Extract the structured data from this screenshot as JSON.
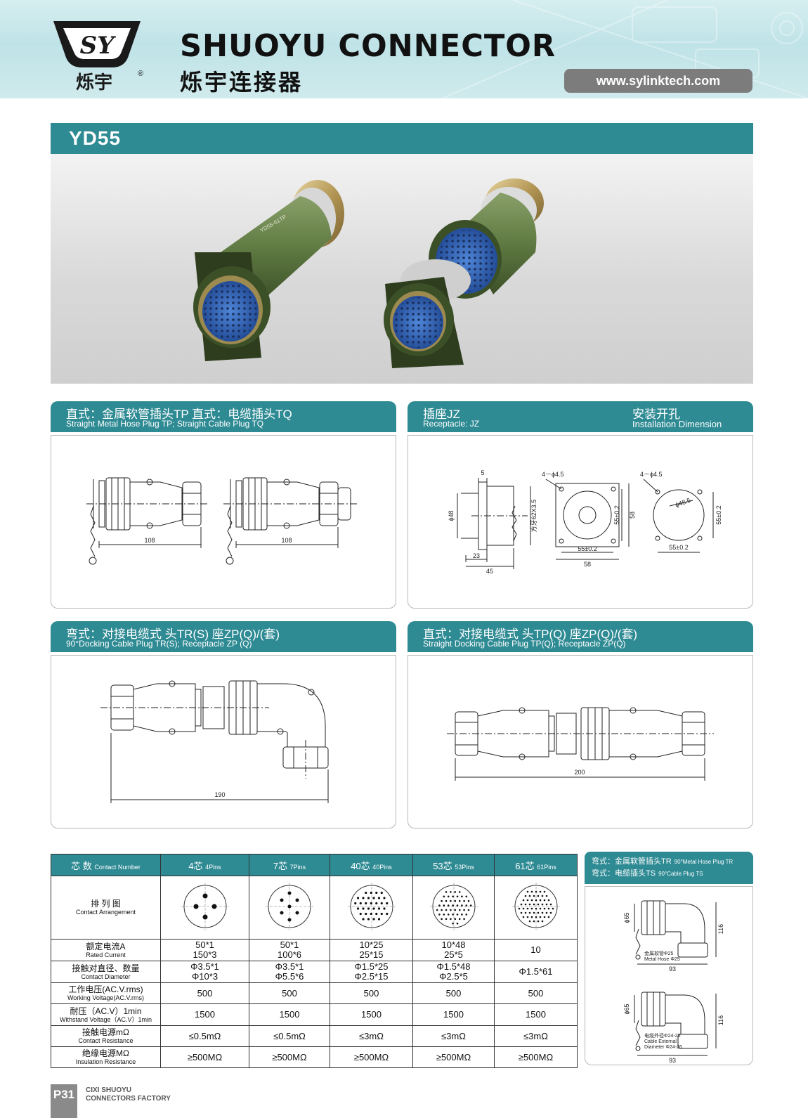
{
  "header": {
    "logo_mark": "SY",
    "logo_cn": "烁宇",
    "registered": "®",
    "brand_en": "SHUOYU CONNECTOR",
    "brand_cn": "烁宇连接器",
    "website": "www.sylinktech.com"
  },
  "model": "YD55",
  "product_photo": {
    "label_on_body": "YD55-61TP"
  },
  "sections": {
    "plug_tp_tq": {
      "title_cn": "直式：金属软管插头TP  直式：电缆插头TQ",
      "title_en": "Straight Metal Hose Plug TP; Straight Cable Plug TQ",
      "dims": {
        "left_length": "108",
        "right_length": "108"
      }
    },
    "receptacle_jz": {
      "title_cn": "插座JZ",
      "title_en": "Receptacle: JZ",
      "title2_cn": "安装开孔",
      "title2_en": "Installation Dimension",
      "dims": {
        "d5": "5",
        "phi48": "ϕ48",
        "d23": "23",
        "d45": "45",
        "thread": "方牙62X3.5",
        "holes_a": "4－ϕ4.5",
        "d55a": "55±0.2",
        "d58a": "58",
        "d55b": "55±0.2",
        "d58b": "58",
        "holes_b": "4－ϕ4.5",
        "phi485": "ϕ48.5",
        "d55c": "55±0.2",
        "d55d": "55±0.2"
      }
    },
    "docking_90": {
      "title_cn": "弯式：对接电缆式  头TR(S)  座ZP(Q)/(套)",
      "title_en": "90°Docking Cable Plug TR(S); Receptacle ZP (Q)",
      "dims": {
        "length": "190"
      }
    },
    "docking_straight": {
      "title_cn": "直式：对接电缆式  头TP(Q)  座ZP(Q)/(套)",
      "title_en": "Straight Docking Cable Plug TP(Q); Receptacle ZP(Q)",
      "dims": {
        "length": "200"
      }
    }
  },
  "spec_table": {
    "header": {
      "cn": "芯    数",
      "en": "Contact Number"
    },
    "columns": [
      {
        "cn": "4芯",
        "en": "4Pins"
      },
      {
        "cn": "7芯",
        "en": "7Pins"
      },
      {
        "cn": "40芯",
        "en": "40Pins"
      },
      {
        "cn": "53芯",
        "en": "53Pins"
      },
      {
        "cn": "61芯",
        "en": "61Pins"
      }
    ],
    "rows": [
      {
        "cn": "排 列 图",
        "en": "Contact Arrangement",
        "cells": [
          [
            "",
            ""
          ],
          [
            "",
            ""
          ],
          [
            "",
            ""
          ],
          [
            "",
            ""
          ],
          [
            "",
            ""
          ]
        ]
      },
      {
        "cn": "额定电流A",
        "en": "Rated Current",
        "cells": [
          [
            "50*1",
            "150*3"
          ],
          [
            "50*1",
            "100*6"
          ],
          [
            "10*25",
            "25*15"
          ],
          [
            "10*48",
            "25*5"
          ],
          [
            "10",
            ""
          ]
        ]
      },
      {
        "cn": "接触对直径、数量",
        "en": "Contact Diameter",
        "cells": [
          [
            "Φ3.5*1",
            "Φ10*3"
          ],
          [
            "Φ3.5*1",
            "Φ5.5*6"
          ],
          [
            "Φ1.5*25",
            "Φ2.5*15"
          ],
          [
            "Φ1.5*48",
            "Φ2.5*5"
          ],
          [
            "Φ1.5*61",
            ""
          ]
        ]
      },
      {
        "cn": "工作电压(AC.V.rms)",
        "en": "Working Voltage(AC.V.rms)",
        "cells": [
          [
            "500",
            ""
          ],
          [
            "500",
            ""
          ],
          [
            "500",
            ""
          ],
          [
            "500",
            ""
          ],
          [
            "500",
            ""
          ]
        ]
      },
      {
        "cn": "耐压（AC.V）1min",
        "en": "Withstand Voltage（AC.V）1min",
        "cells": [
          [
            "1500",
            ""
          ],
          [
            "1500",
            ""
          ],
          [
            "1500",
            ""
          ],
          [
            "1500",
            ""
          ],
          [
            "1500",
            ""
          ]
        ]
      },
      {
        "cn": "接触电源mΩ",
        "en": "Contact Resistance",
        "cells": [
          [
            "≤0.5mΩ",
            ""
          ],
          [
            "≤0.5mΩ",
            ""
          ],
          [
            "≤3mΩ",
            ""
          ],
          [
            "≤3mΩ",
            ""
          ],
          [
            "≤3mΩ",
            ""
          ]
        ]
      },
      {
        "cn": "绝缘电源MΩ",
        "en": "Insulation Resistance",
        "cells": [
          [
            "≥500MΩ",
            ""
          ],
          [
            "≥500MΩ",
            ""
          ],
          [
            "≥500MΩ",
            ""
          ],
          [
            "≥500MΩ",
            ""
          ],
          [
            "≥500MΩ",
            ""
          ]
        ]
      }
    ]
  },
  "side_panel": {
    "line1_cn": "弯式：金属软管插头TR",
    "line1_en": "90°Metal Hose Plug TR",
    "line2_cn": "弯式：电缆插头TS",
    "line2_en": "90°Cable Plug TS",
    "top": {
      "phi": "ϕ65",
      "h": "116",
      "hose_cn": "金属软管Φ25",
      "hose_en": "Metal Hose Φ25",
      "w": "93"
    },
    "bottom": {
      "phi": "ϕ65",
      "h": "116",
      "cable_cn": "电缆外径Φ24-26",
      "cable_en1": "Cable External",
      "cable_en2": "Diameter Φ24-26",
      "w": "93"
    }
  },
  "footer": {
    "page": "P31",
    "factory_line1": "CIXI SHUOYU",
    "factory_line2": "CONNECTORS FACTORY"
  },
  "colors": {
    "teal": "#2e8a93",
    "header_bg": "#c8e7ea",
    "connector_green": "#5f7a42",
    "insert_blue": "#2f5fb0",
    "gray_badge": "#7c7c7c"
  }
}
